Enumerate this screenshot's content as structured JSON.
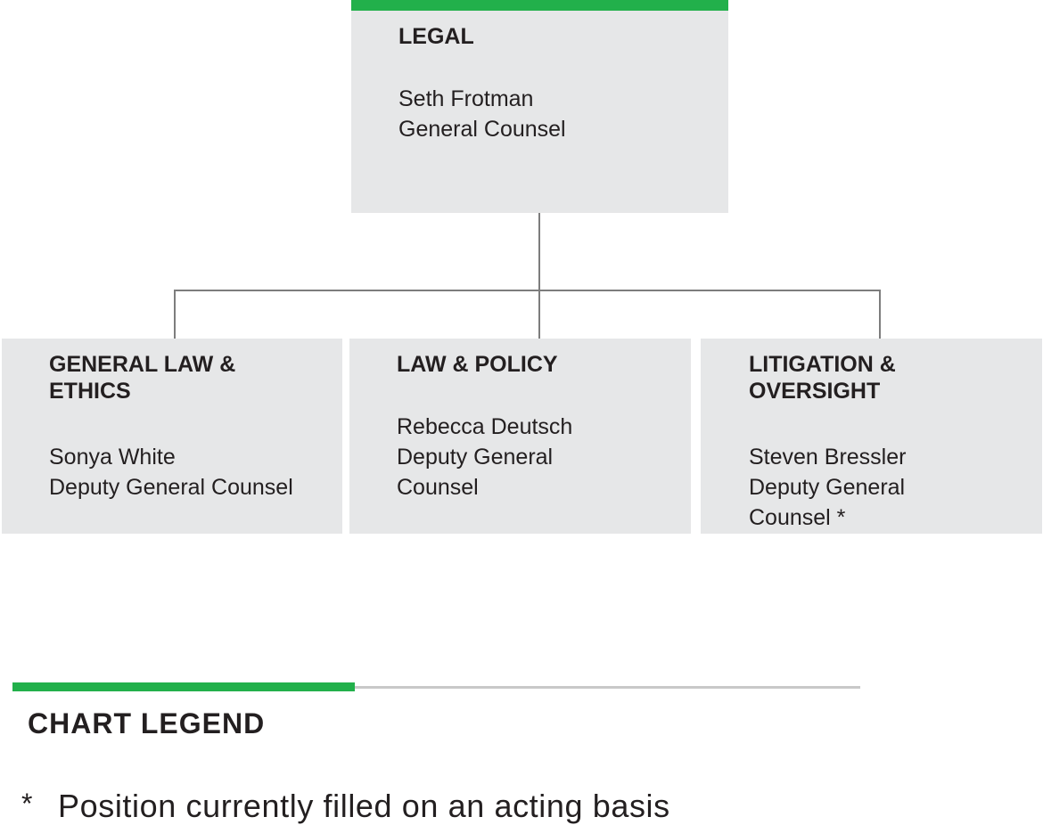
{
  "top": {
    "title": "LEGAL",
    "person": "Seth Frotman\nGeneral Counsel"
  },
  "divisions": [
    {
      "title": "GENERAL LAW &\nETHICS",
      "person": "Sonya White\nDeputy General Counsel"
    },
    {
      "title": "LAW & POLICY",
      "person": "Rebecca Deutsch\nDeputy General\nCounsel"
    },
    {
      "title": "LITIGATION &\nOVERSIGHT",
      "person": "Steven Bressler\nDeputy General\nCounsel *"
    }
  ],
  "legend": {
    "title": "CHART LEGEND",
    "symbol": "*",
    "text": "Position currently filled on an acting basis"
  },
  "colors": {
    "accent": "#22b04b",
    "box": "#e6e7e8",
    "connector": "#7d7d7d"
  }
}
